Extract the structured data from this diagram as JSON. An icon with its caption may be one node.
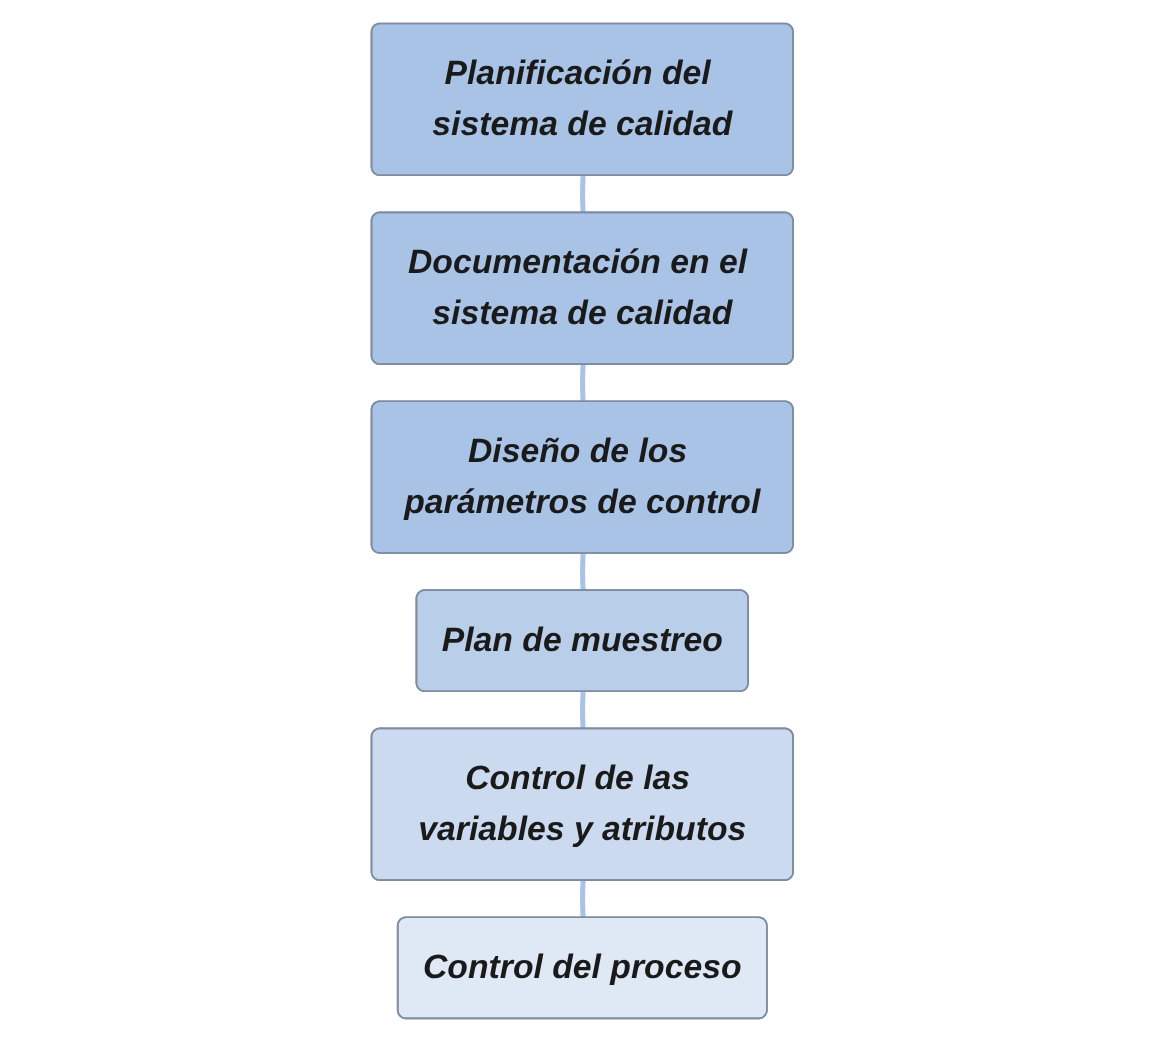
{
  "diagram": {
    "nodes": [
      {
        "text": [
          "Planificación del sistema de calidad"
        ]
      },
      {
        "text": [
          "Documentación en el sistema de calidad"
        ]
      },
      {
        "text": [
          "Diseño de los parámetros de control"
        ]
      },
      {
        "text": [
          "Plan de muestreo"
        ]
      },
      {
        "text": [
          "Control de las variables y atributos"
        ]
      },
      {
        "text": [
          "Control del proceso"
        ]
      }
    ],
    "edges": [
      {
        "from": 0,
        "to": 1,
        "arrow": "none"
      },
      {
        "from": 1,
        "to": 2,
        "arrow": "none"
      },
      {
        "from": 2,
        "to": 3,
        "arrow": "none"
      },
      {
        "from": 3,
        "to": 4,
        "arrow": "none"
      },
      {
        "from": 4,
        "to": 5,
        "arrow": "none"
      }
    ]
  }
}
